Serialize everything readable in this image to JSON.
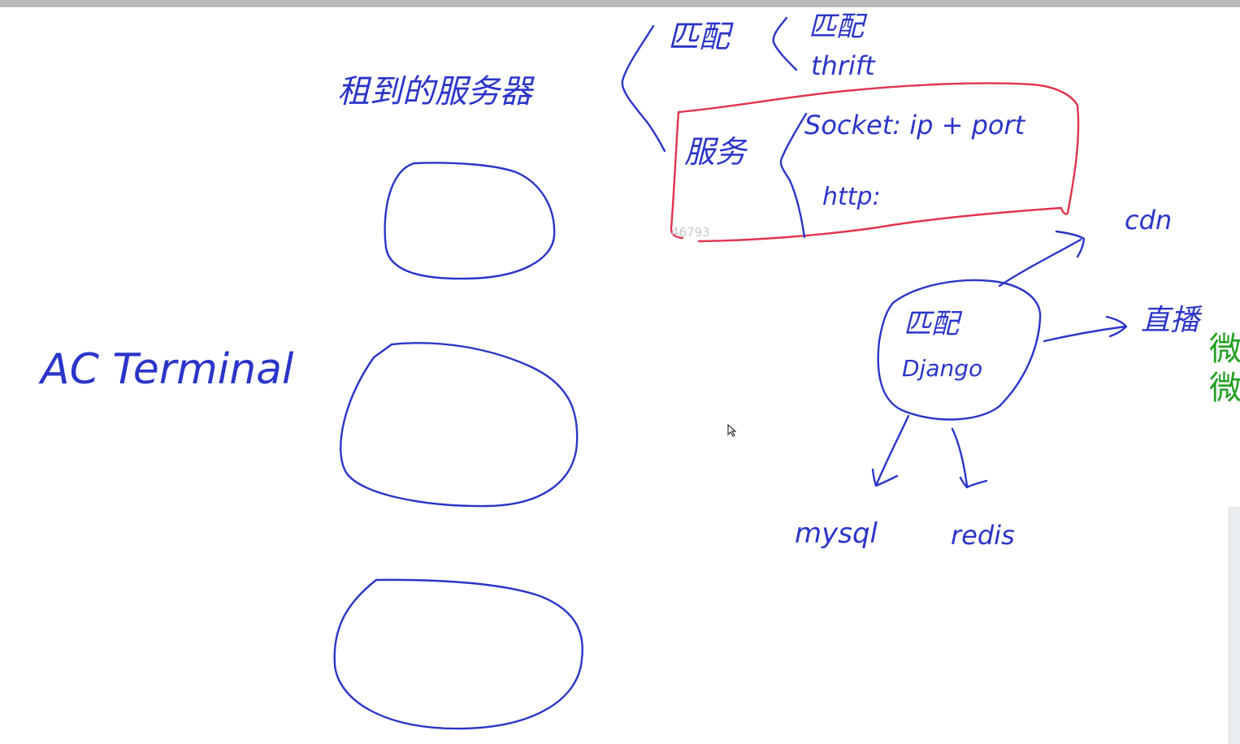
{
  "colors": {
    "ink": "#2b35c8",
    "highlight_box": "#e0344f",
    "overlay_text": "#22a022",
    "top_bar": "#b9b9b9"
  },
  "notes": {
    "title_servers": "租到的服务器",
    "ac_terminal": "AC Terminal",
    "branch_label": "匹配",
    "branch_sub_1": "匹配",
    "branch_sub_2": "thrift",
    "service_label": "服务",
    "socket_line": "Socket: ip + port",
    "http_line": "http:",
    "match_node_line1": "匹配",
    "match_node_line2": "Django",
    "cdn": "cdn",
    "direct": "直播",
    "mysql": "mysql",
    "redis": "redis"
  },
  "watermark": "46793",
  "overlay": {
    "char_1": "微",
    "char_2": "微"
  },
  "icons": {
    "cursor": "mouse-pointer-icon"
  }
}
